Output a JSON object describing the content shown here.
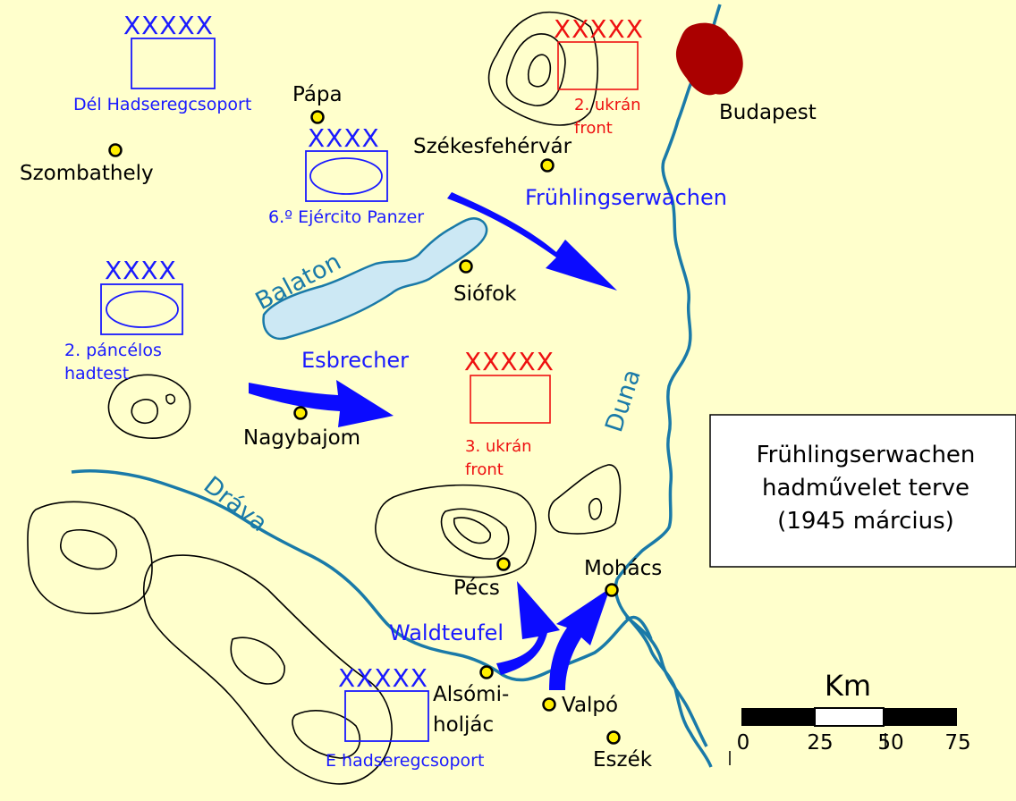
{
  "title": {
    "line1": "Frühlingserwachen",
    "line2": "hadművelet terve",
    "line3": "(1945 március)"
  },
  "colors": {
    "background": "#ffffcc",
    "german": "#1a1aff",
    "soviet": "#ee1111",
    "river": "#1a7aa8",
    "lake": "#cce8f4",
    "budapest": "#aa0000",
    "city_marker": "#ffee00"
  },
  "cities": {
    "budapest": "Budapest",
    "papa": "Pápa",
    "szekesfehervar": "Székesfehérvár",
    "szombathely": "Szombathely",
    "siofok": "Siófok",
    "nagybajom": "Nagybajom",
    "pecs": "Pécs",
    "mohacs": "Mohács",
    "alsomiholjac_1": "Alsómi-",
    "alsomiholjac_2": "holjác",
    "valpo": "Valpó",
    "eszek": "Eszék"
  },
  "water": {
    "balaton": "Balaton",
    "duna": "Duna",
    "drava": "Dráva"
  },
  "operations": {
    "fruhlingserwachen": "Frühlingserwachen",
    "esbrecher": "Esbrecher",
    "waldteufel": "Waldteufel"
  },
  "units": {
    "del_hadseregcsoport": {
      "symbol": "XXXXX",
      "label": "Dél Hadseregcsoport"
    },
    "panzer_6": {
      "symbol": "XXXX",
      "label": "6.º Ejército Panzer"
    },
    "pancelos_2": {
      "symbol": "XXXX",
      "label_1": "2. páncélos",
      "label_2": "hadtest"
    },
    "e_hadseregcsoport": {
      "symbol": "XXXXX",
      "label": "E hadseregcsoport"
    },
    "ukran_2": {
      "symbol": "XXXXX",
      "label_1": "2. ukrán",
      "label_2": "front"
    },
    "ukran_3": {
      "symbol": "XXXXX",
      "label_1": "3. ukrán",
      "label_2": "front"
    }
  },
  "scale": {
    "unit": "Km",
    "ticks": [
      "0",
      "25",
      "50",
      "75"
    ],
    "tick_values": [
      0,
      25,
      50,
      75
    ]
  }
}
